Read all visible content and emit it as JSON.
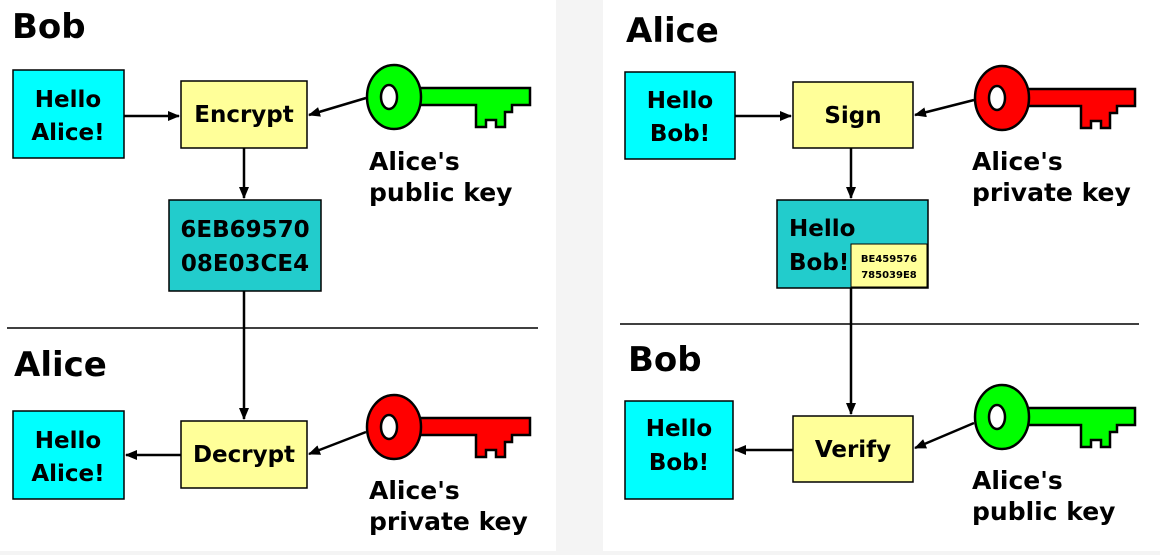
{
  "left": {
    "sender_heading": "Bob",
    "receiver_heading": "Alice",
    "plaintext": [
      "Hello",
      "Alice!"
    ],
    "op_top": "Encrypt",
    "ciphertext": [
      "6EB69570",
      "08E03CE4"
    ],
    "op_bottom": "Decrypt",
    "result": [
      "Hello",
      "Alice!"
    ],
    "key_top_label": [
      "Alice's",
      "public key"
    ],
    "key_bottom_label": [
      "Alice's",
      "private key"
    ]
  },
  "right": {
    "sender_heading": "Alice",
    "receiver_heading": "Bob",
    "plaintext": [
      "Hello",
      "Bob!"
    ],
    "op_top": "Sign",
    "signed_message": [
      "Hello",
      "Bob!"
    ],
    "signature": [
      "BE459576",
      "785039E8"
    ],
    "op_bottom": "Verify",
    "result": [
      "Hello",
      "Bob!"
    ],
    "key_top_label": [
      "Alice's",
      "private key"
    ],
    "key_bottom_label": [
      "Alice's",
      "public key"
    ]
  },
  "colors": {
    "message_box": "#00ffff",
    "cipher_box": "#22cccc",
    "operation_box": "#ffff99",
    "public_key": "#00ff00",
    "private_key": "#ff0000",
    "background": "#f4f4f4"
  },
  "icons": {
    "public_key": "key-icon",
    "private_key": "key-icon",
    "flow": "arrow-icon"
  }
}
